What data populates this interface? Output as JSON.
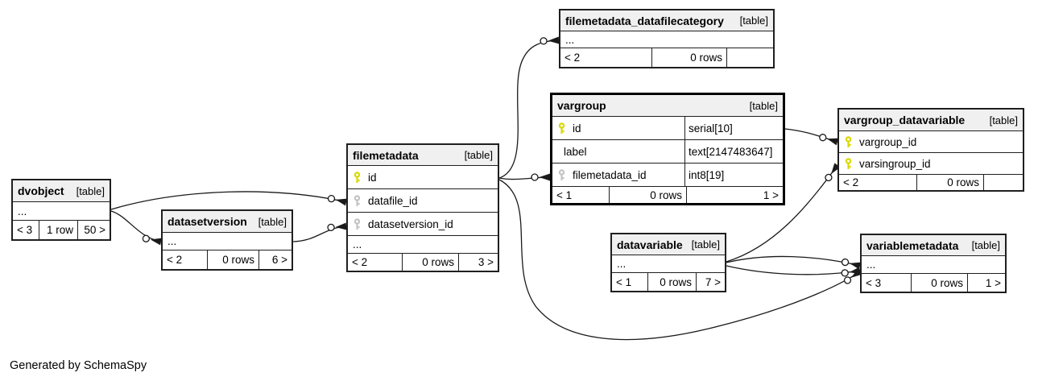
{
  "diagram": {
    "note": "Generated by SchemaSpy",
    "colors": {
      "primary_key": "#d9d900",
      "foreign_key": "#c4c4c4",
      "header_bg": "#f0f0f0",
      "border": "#1f1f1f",
      "line": "#1a1a1a"
    },
    "tables": {
      "dvobject": {
        "name": "dvobject",
        "tag": "[table]",
        "ellipsis": "...",
        "footer": {
          "parents": "< 3",
          "rows": "1 row",
          "children": "50 >"
        }
      },
      "datasetversion": {
        "name": "datasetversion",
        "tag": "[table]",
        "ellipsis": "...",
        "footer": {
          "parents": "< 2",
          "rows": "0 rows",
          "children": "6 >"
        }
      },
      "filemetadata": {
        "name": "filemetadata",
        "tag": "[table]",
        "columns": [
          {
            "name": "id",
            "key": "primary"
          },
          {
            "name": "datafile_id",
            "key": "foreign"
          },
          {
            "name": "datasetversion_id",
            "key": "foreign"
          }
        ],
        "ellipsis": "...",
        "footer": {
          "parents": "< 2",
          "rows": "0 rows",
          "children": "3 >"
        }
      },
      "filemetadata_datafilecategory": {
        "name": "filemetadata_datafilecategory",
        "tag": "[table]",
        "ellipsis": "...",
        "footer": {
          "parents": "< 2",
          "rows": "0 rows",
          "children": ""
        }
      },
      "vargroup": {
        "name": "vargroup",
        "tag": "[table]",
        "columns": [
          {
            "name": "id",
            "type": "serial[10]",
            "key": "primary"
          },
          {
            "name": "label",
            "type": "text[2147483647]",
            "key": null
          },
          {
            "name": "filemetadata_id",
            "type": "int8[19]",
            "key": "foreign"
          }
        ],
        "footer": {
          "parents": "< 1",
          "rows": "0 rows",
          "children": "1 >"
        }
      },
      "vargroup_datavariable": {
        "name": "vargroup_datavariable",
        "tag": "[table]",
        "columns": [
          {
            "name": "vargroup_id",
            "key": "primary"
          },
          {
            "name": "varsingroup_id",
            "key": "primary"
          }
        ],
        "footer": {
          "parents": "< 2",
          "rows": "0 rows",
          "children": ""
        }
      },
      "datavariable": {
        "name": "datavariable",
        "tag": "[table]",
        "ellipsis": "...",
        "footer": {
          "parents": "< 1",
          "rows": "0 rows",
          "children": "7 >"
        }
      },
      "variablemetadata": {
        "name": "variablemetadata",
        "tag": "[table]",
        "ellipsis": "...",
        "footer": {
          "parents": "< 3",
          "rows": "0 rows",
          "children": "1 >"
        }
      }
    },
    "relationships": [
      {
        "from": "dvobject",
        "to": "filemetadata.datafile_id"
      },
      {
        "from": "dvobject",
        "to": "datasetversion"
      },
      {
        "from": "datasetversion",
        "to": "filemetadata.datasetversion_id"
      },
      {
        "from": "filemetadata.id",
        "to": "filemetadata_datafilecategory"
      },
      {
        "from": "filemetadata.id",
        "to": "vargroup.filemetadata_id"
      },
      {
        "from": "filemetadata.id",
        "to": "variablemetadata"
      },
      {
        "from": "vargroup.id",
        "to": "vargroup_datavariable.vargroup_id"
      },
      {
        "from": "datavariable",
        "to": "vargroup_datavariable.varsingroup_id"
      },
      {
        "from": "datavariable",
        "to": "variablemetadata"
      },
      {
        "from": "datavariable",
        "to": "variablemetadata"
      }
    ]
  }
}
